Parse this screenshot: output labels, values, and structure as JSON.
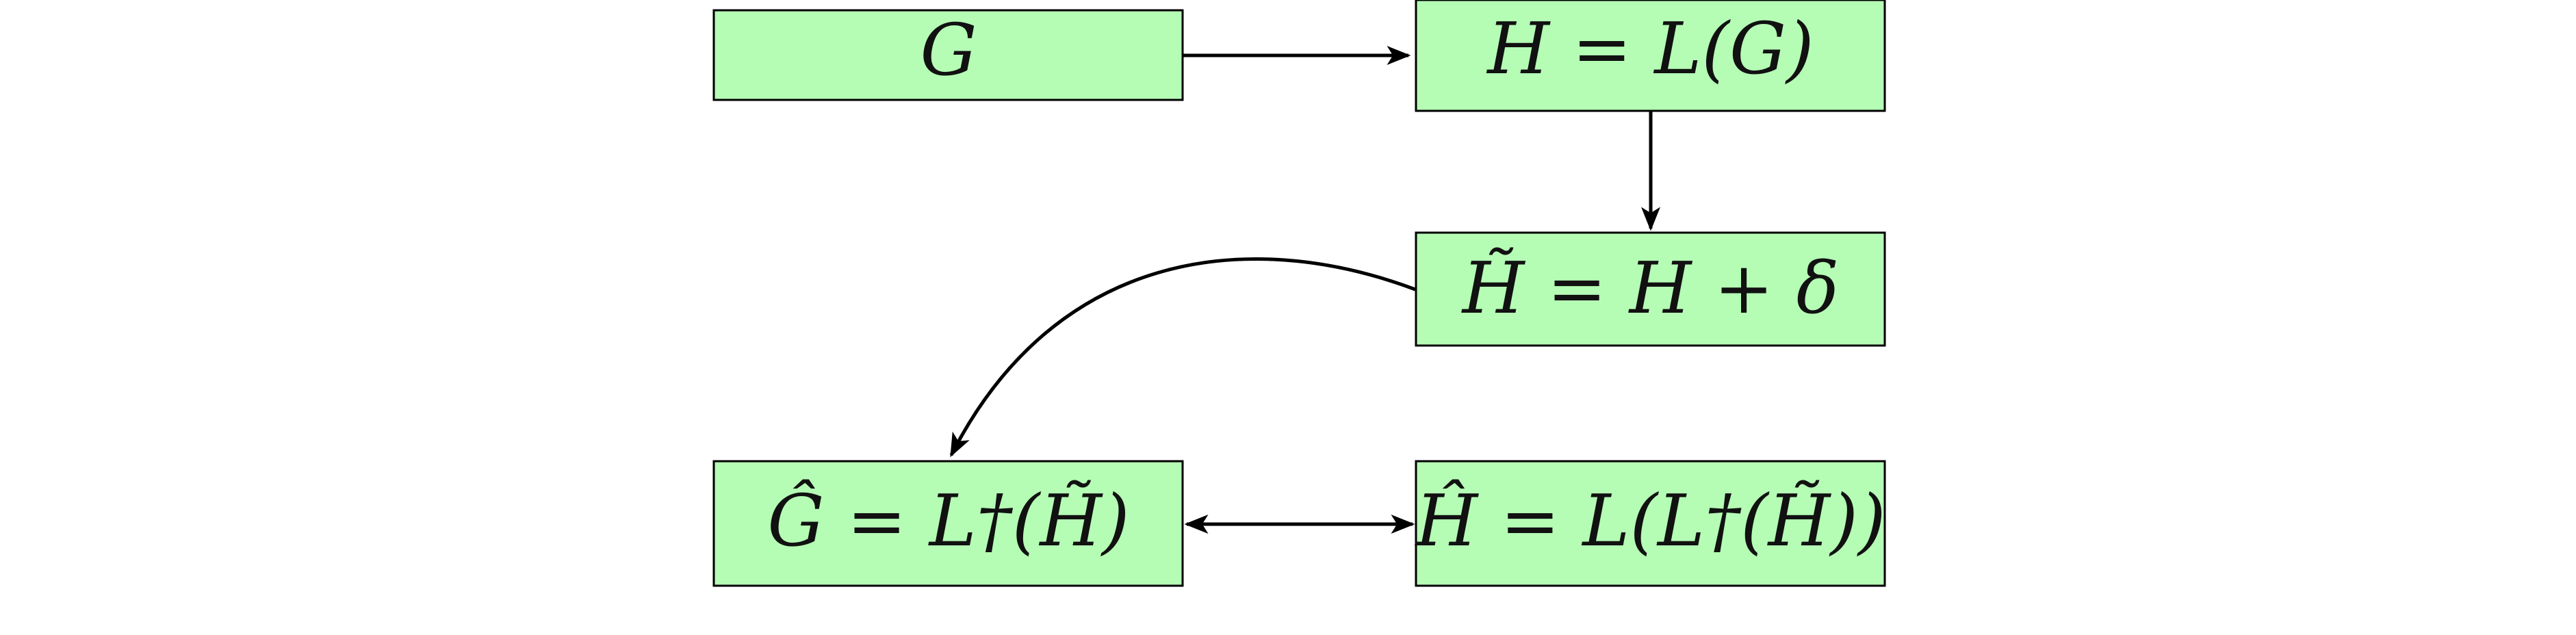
{
  "colors": {
    "node_fill": "#b5fcb5",
    "node_stroke": "#000000",
    "edge": "#000000"
  },
  "nodes": {
    "g": {
      "label": "G"
    },
    "h": {
      "label": "H = L(G)"
    },
    "h_tilde": {
      "label": "H̃ = H + δ"
    },
    "g_hat": {
      "label": "Ĝ = L†(H̃)"
    },
    "h_hat": {
      "label": "Ĥ = L(L†(H̃))"
    }
  },
  "edges": [
    {
      "from": "g",
      "to": "h",
      "direction": "forward"
    },
    {
      "from": "h",
      "to": "h_tilde",
      "direction": "forward"
    },
    {
      "from": "h_tilde",
      "to": "g_hat",
      "direction": "forward",
      "curved": true
    },
    {
      "from": "g_hat",
      "to": "h_hat",
      "direction": "both"
    }
  ]
}
